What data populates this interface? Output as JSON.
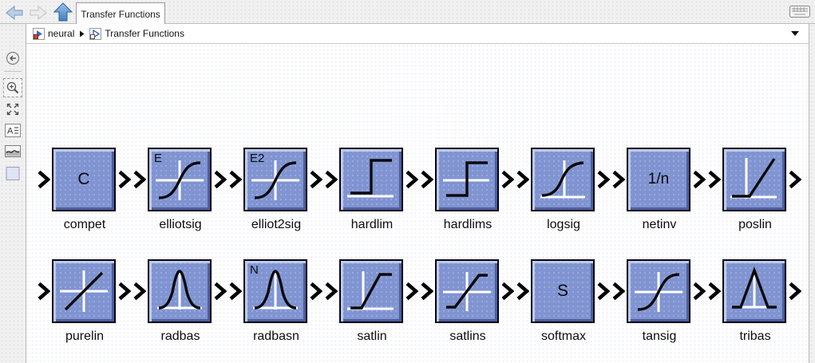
{
  "window": {
    "tab_title": "Transfer Functions"
  },
  "toolbar": {
    "icons": [
      "back-arrow-icon",
      "forward-arrow-icon",
      "up-arrow-icon",
      "keyboard-icon"
    ],
    "back_enabled": true,
    "forward_enabled": false,
    "up_enabled": true
  },
  "breadcrumb": {
    "items": [
      {
        "label": "neural",
        "icon": "library-icon"
      },
      {
        "label": "Transfer Functions",
        "icon": "library-icon"
      }
    ],
    "separator_icon": "chevron-right-icon",
    "dropdown_icon": "caret-down-icon"
  },
  "sidebar": {
    "icons": [
      "back-circle-icon",
      "zoom-in-icon",
      "fit-to-view-icon",
      "text-annotation-icon",
      "image-annotation-icon",
      "area-box-icon"
    ]
  },
  "canvas": {
    "blocks": [
      {
        "label": "compet",
        "icon": "letter",
        "text": "C"
      },
      {
        "label": "elliotsig",
        "icon": "sigmoid",
        "corner": "E"
      },
      {
        "label": "elliot2sig",
        "icon": "sigmoid",
        "corner": "E2"
      },
      {
        "label": "hardlim",
        "icon": "hardlim"
      },
      {
        "label": "hardlims",
        "icon": "hardlims"
      },
      {
        "label": "logsig",
        "icon": "logsig"
      },
      {
        "label": "netinv",
        "icon": "letter",
        "text": "1/n"
      },
      {
        "label": "poslin",
        "icon": "poslin"
      },
      {
        "label": "purelin",
        "icon": "purelin"
      },
      {
        "label": "radbas",
        "icon": "radbas"
      },
      {
        "label": "radbasn",
        "icon": "radbas",
        "corner": "N"
      },
      {
        "label": "satlin",
        "icon": "satlin"
      },
      {
        "label": "satlins",
        "icon": "satlins"
      },
      {
        "label": "softmax",
        "icon": "letter",
        "text": "S"
      },
      {
        "label": "tansig",
        "icon": "sigmoid"
      },
      {
        "label": "tribas",
        "icon": "tribas"
      }
    ]
  },
  "colors": {
    "block_fill": "#8094d2",
    "block_bevel_light": "#bdc9ea",
    "block_bevel_dark": "#4e5e9c",
    "block_border": "#06060e",
    "chrome_bg": "#f1f1f1",
    "canvas_bg": "#ffffff",
    "library_triangle_blue": "#3a6cc6",
    "library_square_red": "#cc4433",
    "nav_arrow_blue": "#5b9bd5"
  }
}
